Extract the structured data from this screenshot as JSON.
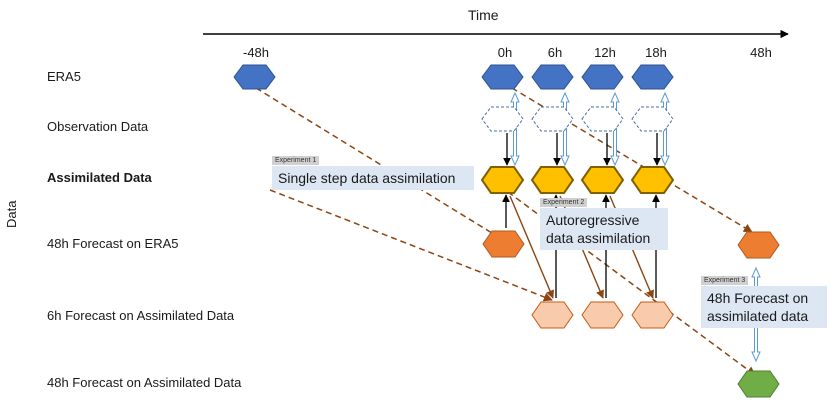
{
  "time_axis": {
    "title": "Time",
    "labels": {
      "m48": "-48h",
      "t0": "0h",
      "t6": "6h",
      "t12": "12h",
      "t18": "18h",
      "t48": "48h"
    }
  },
  "data_axis_title": "Data",
  "rows": {
    "era5": "ERA5",
    "observation": "Observation Data",
    "assimilated": "Assimilated Data",
    "forecast_era5": "48h Forecast on ERA5",
    "forecast6_assim": "6h Forecast on Assimilated Data",
    "forecast48_assim": "48h Forecast on Assimilated Data"
  },
  "experiments": {
    "exp1": {
      "tag": "Experiment 1",
      "text": "Single step data assimilation"
    },
    "exp2": {
      "tag": "Experiment 2",
      "line1": "Autoregressive",
      "line2": "data assimilation"
    },
    "exp3": {
      "tag": "Experiment 3",
      "line1": "48h Forecast on",
      "line2": "assimilated data"
    }
  },
  "colors": {
    "era5": "#4472c4",
    "assimilated": "#ffc000",
    "forecast_era5": "#ed7d31",
    "forecast6": "#f8cbad",
    "forecast48": "#70ad47",
    "dashed_arrow": "#8b4513",
    "box_bg": "#dde7f3"
  }
}
